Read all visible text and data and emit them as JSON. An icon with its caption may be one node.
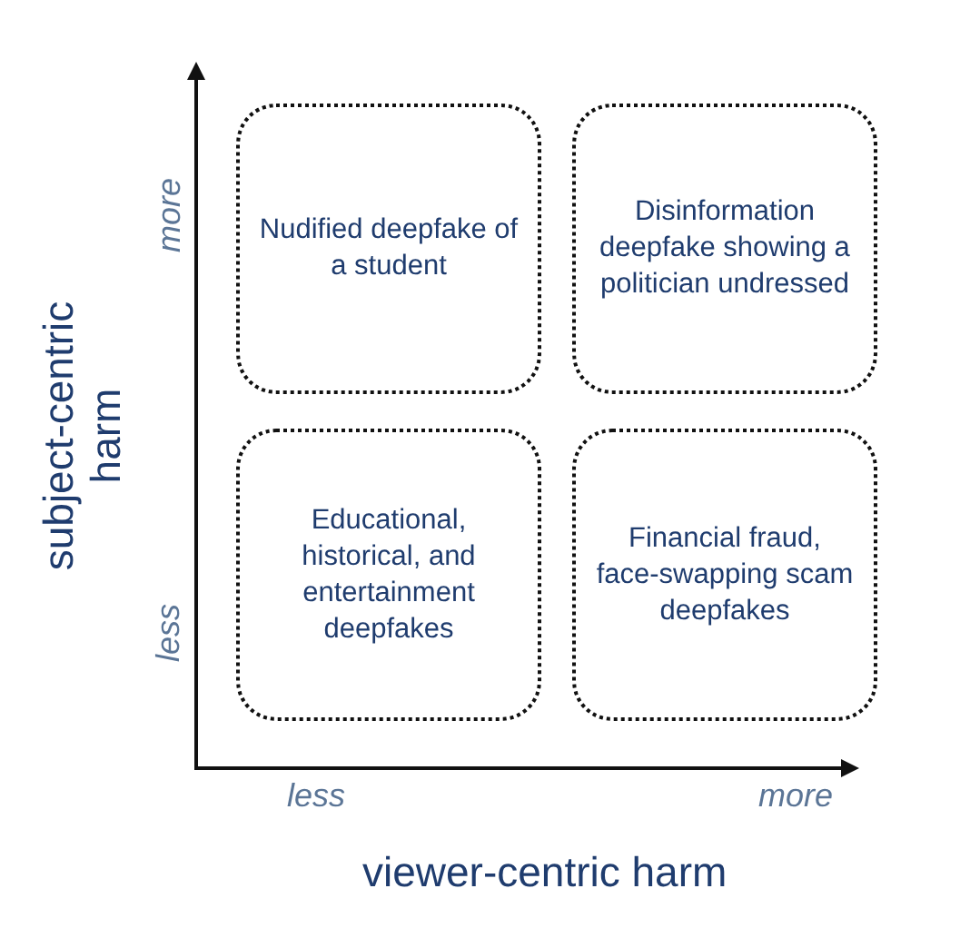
{
  "diagram": {
    "nodes": [
      {
        "text": [
          "Nudified deepfake of a student"
        ]
      },
      {
        "text": [
          "Disinformation deepfake showing a politician undressed"
        ]
      },
      {
        "text": [
          "Educational, historical, and entertainment deepfakes"
        ]
      },
      {
        "text": [
          "Financial fraud, face-swapping scam deepfakes"
        ]
      }
    ],
    "edges": [],
    "labels": [
      "more",
      "less",
      "subject-centric harm",
      "less",
      "more",
      "viewer-centric harm"
    ]
  }
}
